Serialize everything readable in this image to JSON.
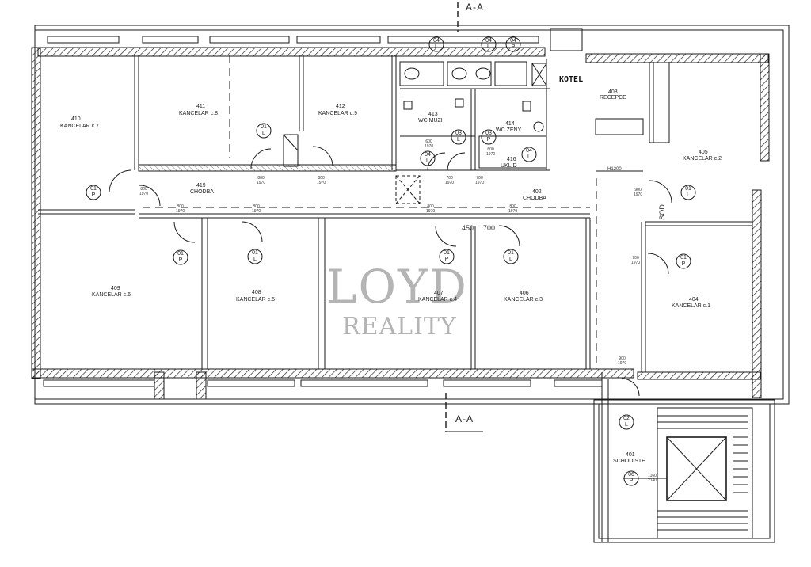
{
  "section_marks": {
    "top": "A-A",
    "bottom": "A-A"
  },
  "rooms": [
    {
      "id": "r410",
      "number": "410",
      "name": "KANCELAR c.7"
    },
    {
      "id": "r411",
      "number": "411",
      "name": "KANCELAR c.8"
    },
    {
      "id": "r412",
      "number": "412",
      "name": "KANCELAR c.9"
    },
    {
      "id": "r413",
      "number": "413",
      "name": "WC MUZI"
    },
    {
      "id": "r414",
      "number": "414",
      "name": "WC ZENY"
    },
    {
      "id": "r416",
      "number": "416",
      "name": "UKLID"
    },
    {
      "id": "r403",
      "number": "403",
      "name": "RECEPCE"
    },
    {
      "id": "r405",
      "number": "405",
      "name": "KANCELAR c.2"
    },
    {
      "id": "r419",
      "number": "419",
      "name": "CHODBA"
    },
    {
      "id": "r402",
      "number": "402",
      "name": "CHODBA"
    },
    {
      "id": "r409",
      "number": "409",
      "name": "KANCELAR c.6"
    },
    {
      "id": "r408",
      "number": "408",
      "name": "KANCELAR c.5"
    },
    {
      "id": "r407",
      "number": "407",
      "name": "KANCELAR c.4"
    },
    {
      "id": "r406",
      "number": "406",
      "name": "KANCELAR c.3"
    },
    {
      "id": "r404",
      "number": "404",
      "name": "KANCELAR c.1"
    },
    {
      "id": "r401",
      "number": "401",
      "name": "SCHODISTE"
    }
  ],
  "doors": [
    {
      "id": "d1",
      "code": "01",
      "type": "P"
    },
    {
      "id": "d2",
      "code": "01",
      "type": "L"
    },
    {
      "id": "d3",
      "code": "04",
      "type": "L"
    },
    {
      "id": "d4",
      "code": "04",
      "type": "L"
    },
    {
      "id": "d5",
      "code": "04",
      "type": "P"
    },
    {
      "id": "d6",
      "code": "03",
      "type": "L"
    },
    {
      "id": "d7",
      "code": "03",
      "type": "P"
    },
    {
      "id": "d8",
      "code": "04",
      "type": "L"
    },
    {
      "id": "d9",
      "code": "04",
      "type": "L"
    },
    {
      "id": "d10",
      "code": "01",
      "type": "L"
    },
    {
      "id": "d11",
      "code": "01",
      "type": "P"
    },
    {
      "id": "d12",
      "code": "01",
      "type": "L"
    },
    {
      "id": "d13",
      "code": "01",
      "type": "P"
    },
    {
      "id": "d14",
      "code": "01",
      "type": "L"
    },
    {
      "id": "d15",
      "code": "01",
      "type": "P"
    },
    {
      "id": "d16",
      "code": "02",
      "type": "L"
    },
    {
      "id": "d17",
      "code": "06",
      "type": "P"
    }
  ],
  "dimensions": {
    "d800_1970": "800\n1970",
    "d700_1970": "700\n1970",
    "d900_1970": "900\n1970",
    "d600_1970": "600\n1970",
    "d1160_2140": "1160\n2140",
    "sod": "SOD",
    "h1": "H1200",
    "w450": "450",
    "w700": "700"
  },
  "handwritten_label": "KOTEL",
  "watermark": {
    "brand": "LOYD",
    "sub": "REALITY"
  },
  "colors": {
    "ink": "#1a1a1a",
    "hatch": "#2a2a2a",
    "watermark": "#a8a8a8"
  }
}
